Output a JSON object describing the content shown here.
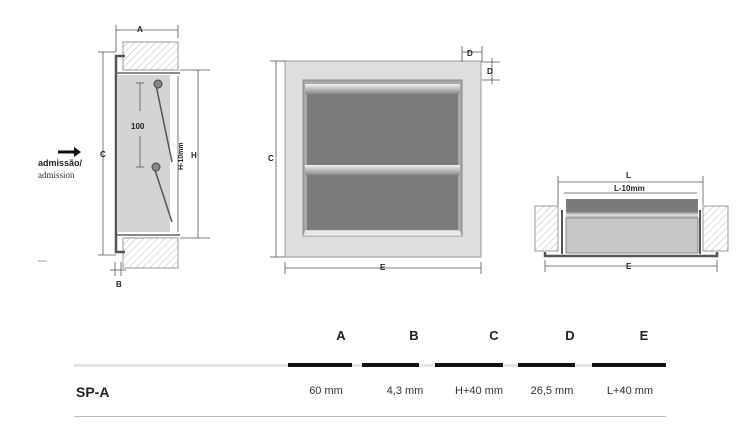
{
  "diagram": {
    "side_view": {
      "dim_A": "A",
      "dim_B": "B",
      "dim_C": "C",
      "dim_H": "H",
      "dim_H10": "H-10mm",
      "dim_100": "100",
      "intake_label": "admissão/",
      "intake_label_en": "admission"
    },
    "front_view": {
      "dim_C": "C",
      "dim_D_top": "D",
      "dim_D_side": "D",
      "dim_E": "E"
    },
    "section_view": {
      "dim_L": "L",
      "dim_L10": "L-10mm",
      "dim_E": "E"
    }
  },
  "table": {
    "headers": [
      "A",
      "B",
      "C",
      "D",
      "E"
    ],
    "rows": [
      {
        "model": "SP-A",
        "values": [
          "60 mm",
          "4,3 mm",
          "H+40 mm",
          "26,5 mm",
          "L+40 mm"
        ]
      }
    ]
  },
  "colors": {
    "panel_dark": "#777777",
    "panel_light": "#c8c8c8",
    "table_rule": "#111111"
  }
}
